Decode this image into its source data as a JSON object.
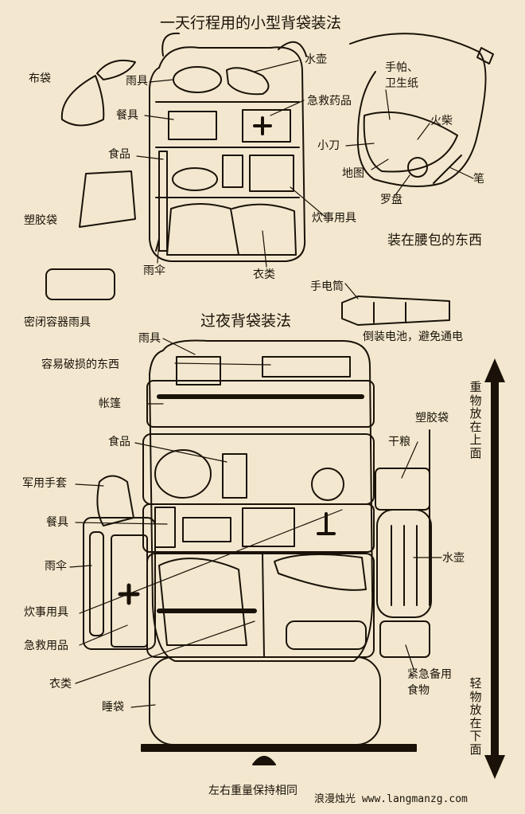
{
  "day_pack": {
    "title": "一天行程用的小型背袋装法",
    "labels": {
      "cloth_bag": "布袋",
      "rain_gear": "雨具",
      "water_bottle": "水壶",
      "first_aid": "急救药品",
      "tableware": "餐具",
      "food": "食品",
      "plastic_bag": "塑胶袋",
      "cooking_gear": "炊事用具",
      "umbrella": "雨伞",
      "clothing": "衣类",
      "sealed_container": "密闭容器雨具"
    }
  },
  "waist_pack": {
    "title": "装在腰包的东西",
    "labels": {
      "handkerchief": "手帕、",
      "tissue": "卫生纸",
      "matches": "火柴",
      "knife": "小刀",
      "map": "地图",
      "compass": "罗盘",
      "pen": "笔"
    }
  },
  "overnight_pack": {
    "title": "过夜背袋装法",
    "labels": {
      "flashlight": "手电筒",
      "battery_note": "倒装电池，避免通电",
      "rain_gear": "雨具",
      "fragile_items": "容易破损的东西",
      "tent": "帐篷",
      "plastic_bag": "塑胶袋",
      "dry_food": "干粮",
      "food": "食品",
      "military_gloves": "军用手套",
      "tableware": "餐具",
      "water_bottle": "水壶",
      "umbrella": "雨伞",
      "cooking_gear": "炊事用具",
      "first_aid": "急救用品",
      "emergency_food_1": "紧急备用",
      "emergency_food_2": "食物",
      "clothing": "衣类",
      "sleeping_bag": "睡袋",
      "balance_note": "左右重量保持相同"
    }
  },
  "weight_axis": {
    "top_text": "重物放在上面",
    "bottom_text": "轻物放在下面"
  },
  "watermark": "浪漫烛光 www.langmanzg.com"
}
